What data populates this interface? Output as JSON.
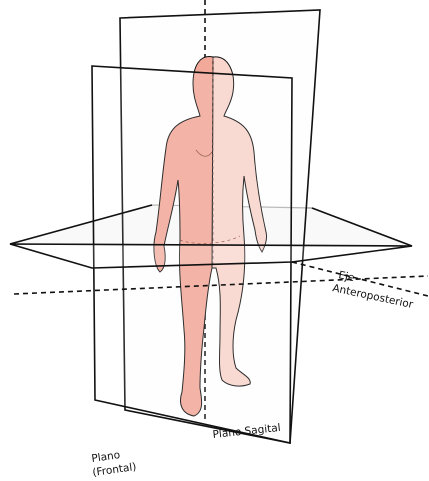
{
  "labels": {
    "axis": "Eje",
    "axis_name": "Anteroposterior",
    "sagittal_plane": "Plano Sagital",
    "frontal_plane_1": "Plano",
    "frontal_plane_2": "(Frontal)"
  },
  "colors": {
    "figure_front": "#f2a99a",
    "figure_back": "#f9d5cc",
    "outline": "#111111"
  }
}
